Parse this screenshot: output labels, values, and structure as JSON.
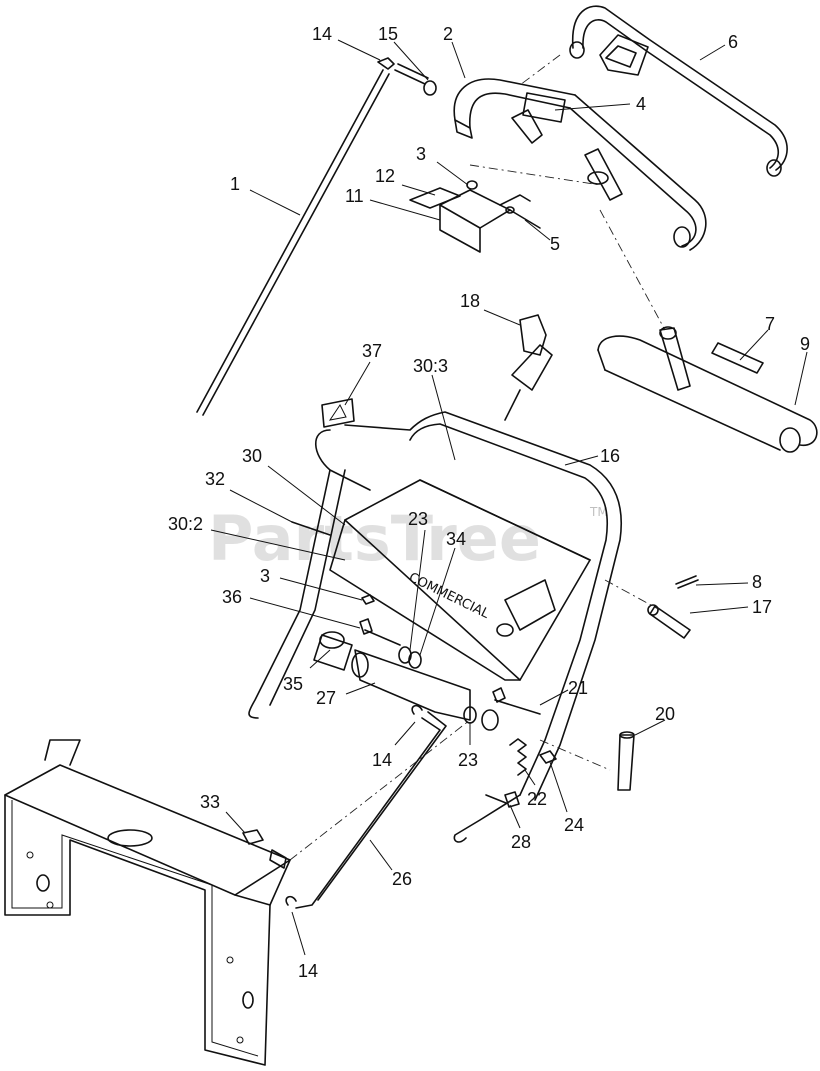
{
  "watermark": {
    "text": "PartsTree",
    "tm": "TM"
  },
  "decal": {
    "text": "COMMERCIAL"
  },
  "callouts": [
    "14",
    "15",
    "2",
    "6",
    "4",
    "3",
    "12",
    "1",
    "11",
    "5",
    "18",
    "7",
    "9",
    "37",
    "30:3",
    "16",
    "30",
    "32",
    "23",
    "34",
    "30:2",
    "3",
    "36",
    "8",
    "17",
    "35",
    "27",
    "21",
    "20",
    "14",
    "23",
    "22",
    "24",
    "33",
    "28",
    "26",
    "14"
  ]
}
